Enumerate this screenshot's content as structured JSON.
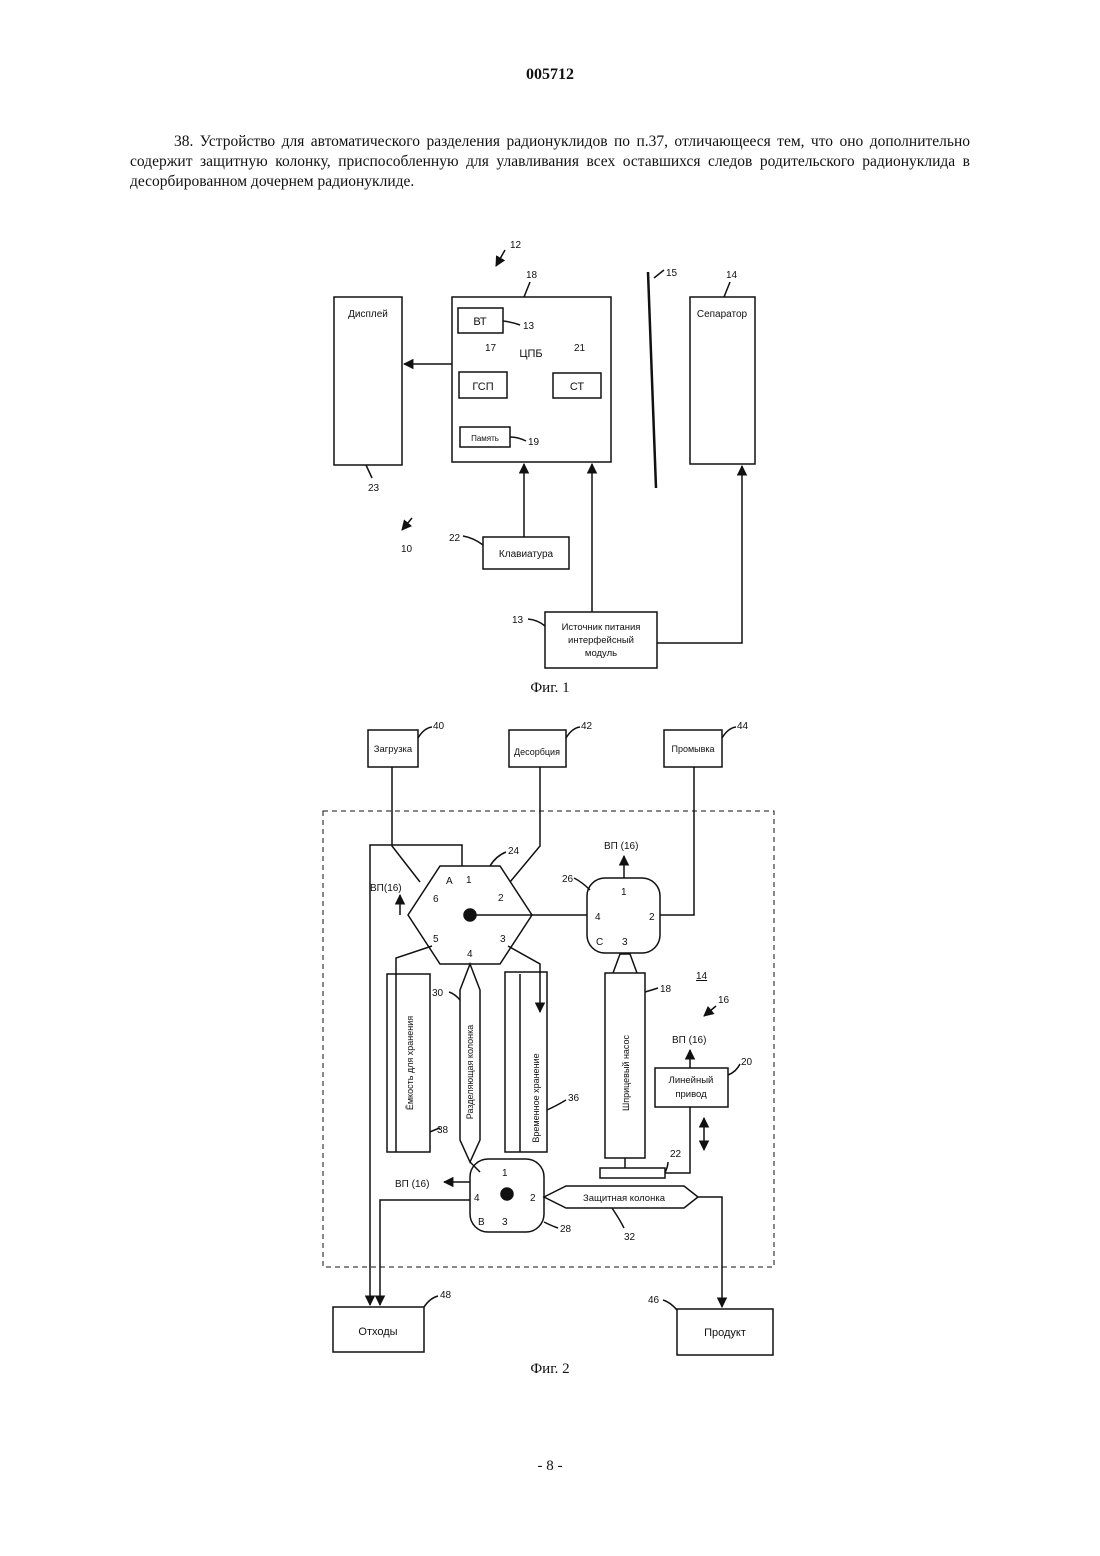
{
  "header": {
    "doc_number": "005712"
  },
  "claim": {
    "text": "38. Устройство для автоматического разделения радионуклидов по п.37, отличающееся тем, что оно дополнительно содержит защитную колонку, приспособленную для улавливания всех оставшихся следов родительского радионуклида в десорбированном дочернем радионуклиде."
  },
  "fig1": {
    "caption": "Фиг. 1",
    "display": "Дисплей",
    "cpu": "ЦПБ",
    "vt": "ВТ",
    "gsp": "ГСП",
    "st": "СТ",
    "memory": "Память",
    "separator": "Сепаратор",
    "keyboard": "Клавиатура",
    "psu_line1": "Источник питания",
    "psu_line2": "интерфейсный",
    "psu_line3": "модуль",
    "ref_12": "12",
    "ref_18": "18",
    "ref_15": "15",
    "ref_14": "14",
    "ref_13a": "13",
    "ref_17": "17",
    "ref_21": "21",
    "ref_19": "19",
    "ref_23": "23",
    "ref_10": "10",
    "ref_22": "22",
    "ref_13b": "13"
  },
  "fig2": {
    "caption": "Фиг. 2",
    "loading": "Загрузка",
    "desorption": "Десорбция",
    "washing": "Промывка",
    "waste": "Отходы",
    "product": "Продукт",
    "vp16_a": "ВП(16)",
    "vp16_b": "ВП (16)",
    "vp16_c": "ВП (16)",
    "vp16_d": "ВП (16)",
    "storage_tank": "Ёмкость для хранения",
    "sep_column": "Разделяющая колонка",
    "temp_storage": "Временное хранение",
    "syringe_pump": "Шприцевый насос",
    "linear_line1": "Линейный",
    "linear_line2": "привод",
    "guard_column": "Защитная колонка",
    "valve_a": "A",
    "valve_b": "B",
    "valve_c": "C",
    "p1a": "1",
    "p2a": "2",
    "p3a": "3",
    "p4a": "4",
    "p5a": "5",
    "p6a": "6",
    "p1b": "1",
    "p2b": "2",
    "p3b": "3",
    "p4b": "4",
    "p1c": "1",
    "p2c": "2",
    "p3c": "3",
    "p4c": "4",
    "ref_40": "40",
    "ref_42": "42",
    "ref_44": "44",
    "ref_24": "24",
    "ref_26": "26",
    "ref_30": "30",
    "ref_18": "18",
    "ref_14": "14",
    "ref_16": "16",
    "ref_20": "20",
    "ref_36": "36",
    "ref_38": "38",
    "ref_22": "22",
    "ref_28": "28",
    "ref_32": "32",
    "ref_48": "48",
    "ref_46": "46"
  }
}
